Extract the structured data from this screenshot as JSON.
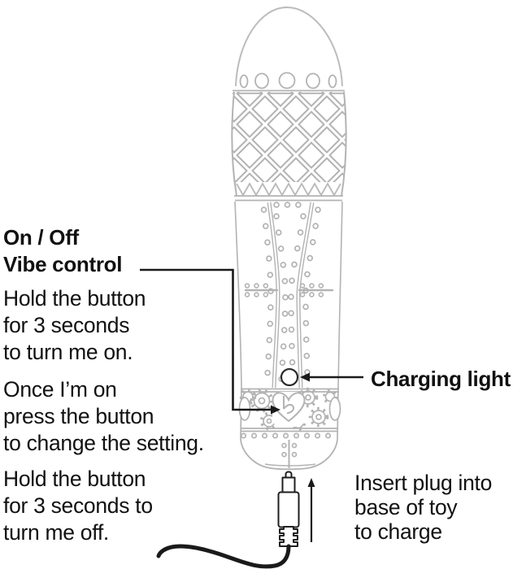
{
  "colors": {
    "text": "#111111",
    "callout_line": "#1a1a1a",
    "illustration_gray": "#b3b3b3"
  },
  "left_column": {
    "heading": {
      "line1": "On / Off",
      "line2": "Vibe control"
    },
    "step_on": [
      "Hold the button",
      "for 3 seconds",
      "to turn me on."
    ],
    "step_change": [
      "Once I’m on",
      "press the button",
      "to change the setting."
    ],
    "step_off": [
      "Hold the button",
      "for 3 seconds to",
      "turn me off."
    ]
  },
  "right_column": {
    "charging_light_label": "Charging light",
    "charge_instruction": [
      "Insert plug into",
      "base of toy",
      "to charge"
    ]
  }
}
